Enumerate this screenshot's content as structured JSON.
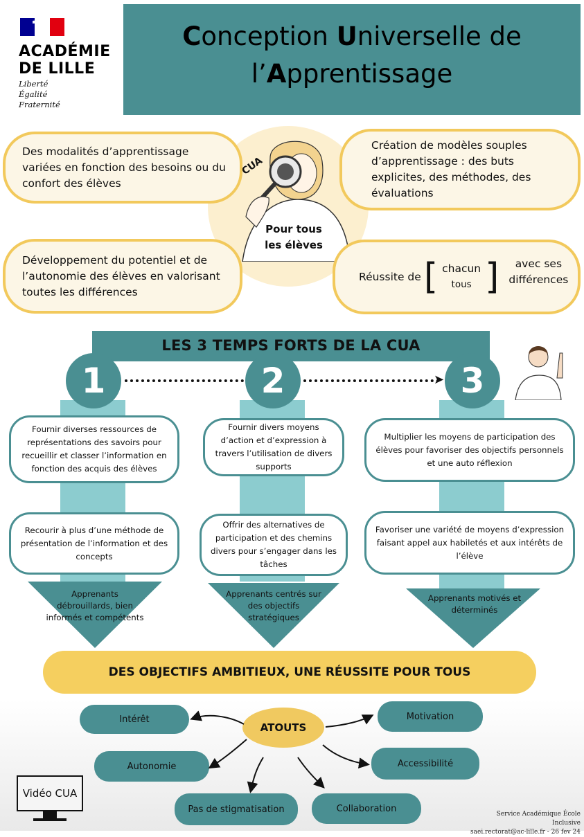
{
  "header": {
    "academy_line1": "ACADÉMIE",
    "academy_line2": "DE LILLE",
    "motto": [
      "Liberté",
      "Égalité",
      "Fraternité"
    ],
    "title_line1_parts": [
      "C",
      "onception ",
      "U",
      "niverselle de"
    ],
    "title_line2_parts": [
      "l’",
      "A",
      "pprentissage"
    ]
  },
  "intro": {
    "bubble_top_left": "Des modalités d’apprentissage variées en fonction des besoins ou du confort des élèves",
    "bubble_top_right": "Création de modèles souples d’apprentissage : des buts explicites, des méthodes, des évaluations",
    "bubble_bottom_left": "Développement du potentiel et de l’autonomie des élèves en valorisant toutes les différences",
    "bubble_bottom_right": {
      "prefix": "Réussite de",
      "word_top": "chacun",
      "word_bottom": "tous",
      "suffix_line1": "avec ses",
      "suffix_line2": "différences"
    },
    "illustration_badge": "CUA",
    "center_caption_line1": "Pour tous",
    "center_caption_line2": "les élèves"
  },
  "temps_forts": {
    "title": "LES 3 TEMPS FORTS DE LA CUA",
    "columns": [
      {
        "number": "1",
        "card1": "Fournir diverses ressources de représentations des savoirs pour recueillir et classer l’information en fonction des acquis des élèves",
        "card2": "Recourir à plus d’une méthode de présentation de l’information et des concepts",
        "result": "Apprenants débrouillards, bien informés et compétents"
      },
      {
        "number": "2",
        "card1": "Fournir divers moyens d’action et d’expression à travers l’utilisation de divers supports",
        "card2": "Offrir des alternatives de participation et des chemins divers pour s’engager dans les tâches",
        "result": "Apprenants centrés sur des objectifs stratégiques"
      },
      {
        "number": "3",
        "card1": "Multiplier les moyens de participation des élèves pour favoriser des objectifs personnels et une auto réflexion",
        "card2": "Favoriser une variété de moyens d’expression faisant appel aux habiletés et aux intérêts de l’élève",
        "result": "Apprenants motivés et déterminés"
      }
    ]
  },
  "goal": "DES OBJECTIFS AMBITIEUX, UNE RÉUSSITE POUR TOUS",
  "atouts": {
    "center": "ATOUTS",
    "items": [
      "Intérêt",
      "Autonomie",
      "Pas de stigmatisation",
      "Collaboration",
      "Accessibilité",
      "Motivation"
    ]
  },
  "video_label": "Vidéo CUA",
  "footer": {
    "line1": "Service Académique École Inclusive",
    "line2": "saei.rectorat@ac-lille.fr - 26 fev 24"
  },
  "colors": {
    "teal": "#4a8f92",
    "light_teal": "#8ccccf",
    "yellow": "#f2c95c",
    "cream": "#fcf6e6",
    "marianne_blue": "#000091",
    "marianne_red": "#e1000f"
  }
}
